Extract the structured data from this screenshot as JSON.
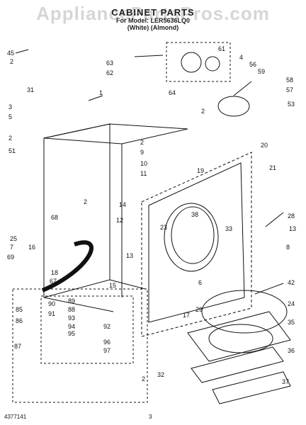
{
  "watermark": "AppliancePartsPros.com",
  "title": "CABINET PARTS",
  "subtitle": "For Model: LER5636LQ0",
  "color_note": "(White)   (Almond)",
  "footer": {
    "doc_number": "4377141",
    "page_number": "3"
  },
  "callouts": [
    "45",
    "2",
    "31",
    "63",
    "62",
    "61",
    "4",
    "56",
    "59",
    "58",
    "57",
    "1",
    "3",
    "5",
    "2",
    "51",
    "64",
    "2",
    "53",
    "20",
    "2",
    "9",
    "10",
    "11",
    "19",
    "21",
    "68",
    "2",
    "14",
    "12",
    "38",
    "23",
    "33",
    "28",
    "13",
    "25",
    "7",
    "16",
    "69",
    "18",
    "67",
    "8",
    "6",
    "15",
    "13",
    "85",
    "90",
    "91",
    "86",
    "89",
    "88",
    "93",
    "94",
    "95",
    "92",
    "96",
    "97",
    "87",
    "42",
    "17",
    "24",
    "29",
    "35",
    "36",
    "32",
    "37",
    "2"
  ]
}
